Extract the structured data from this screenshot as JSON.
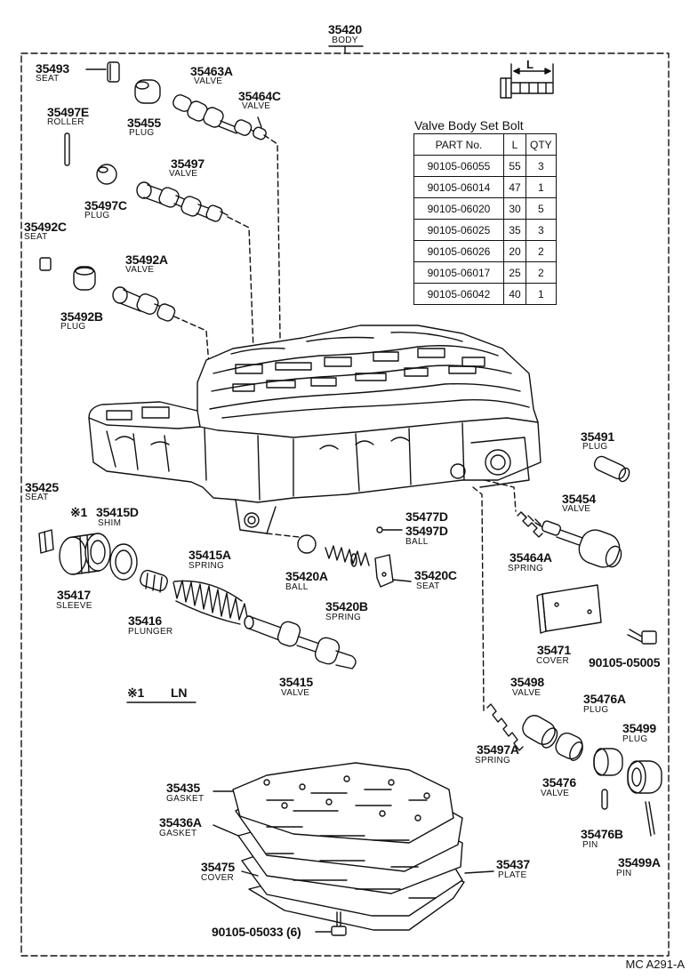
{
  "body": {
    "part": "35420",
    "name": "BODY"
  },
  "parts": {
    "p35493": {
      "part": "35493",
      "name": "SEAT"
    },
    "p35463A": {
      "part": "35463A",
      "name": "VALVE"
    },
    "p35464C": {
      "part": "35464C",
      "name": "VALVE"
    },
    "p35455": {
      "part": "35455",
      "name": "PLUG"
    },
    "p35497E": {
      "part": "35497E",
      "name": "ROLLER"
    },
    "p35497": {
      "part": "35497",
      "name": "VALVE"
    },
    "p35497C": {
      "part": "35497C",
      "name": "PLUG"
    },
    "p35492C": {
      "part": "35492C",
      "name": "SEAT"
    },
    "p35492A": {
      "part": "35492A",
      "name": "VALVE"
    },
    "p35492B": {
      "part": "35492B",
      "name": "PLUG"
    },
    "p35491": {
      "part": "35491",
      "name": "PLUG"
    },
    "p35454": {
      "part": "35454",
      "name": "VALVE"
    },
    "p35425": {
      "part": "35425",
      "name": "SEAT"
    },
    "p35415D": {
      "part": "35415D",
      "name": "SHIM",
      "mark": "※1"
    },
    "p35417": {
      "part": "35417",
      "name": "SLEEVE"
    },
    "p35416": {
      "part": "35416",
      "name": "PLUNGER"
    },
    "p35415A": {
      "part": "35415A",
      "name": "SPRING"
    },
    "p35415": {
      "part": "35415",
      "name": "VALVE"
    },
    "p35420A": {
      "part": "35420A",
      "name": "BALL"
    },
    "p35420B": {
      "part": "35420B",
      "name": "SPRING"
    },
    "p35477D": {
      "part": "35477D"
    },
    "p35497D": {
      "part": "35497D",
      "name": "BALL"
    },
    "p35420C": {
      "part": "35420C",
      "name": "SEAT"
    },
    "p35464A": {
      "part": "35464A",
      "name": "SPRING"
    },
    "p35471": {
      "part": "35471",
      "name": "COVER"
    },
    "p90105_05005": {
      "part": "90105-05005"
    },
    "p35498": {
      "part": "35498",
      "name": "VALVE"
    },
    "p35497A": {
      "part": "35497A",
      "name": "SPRING"
    },
    "p35476": {
      "part": "35476",
      "name": "VALVE"
    },
    "p35476A": {
      "part": "35476A",
      "name": "PLUG"
    },
    "p35499": {
      "part": "35499",
      "name": "PLUG"
    },
    "p35476B": {
      "part": "35476B",
      "name": "PIN"
    },
    "p35499A": {
      "part": "35499A",
      "name": "PIN"
    },
    "p35435": {
      "part": "35435",
      "name": "GASKET"
    },
    "p35436A": {
      "part": "35436A",
      "name": "GASKET"
    },
    "p35475": {
      "part": "35475",
      "name": "COVER"
    },
    "p35437": {
      "part": "35437",
      "name": "PLATE"
    },
    "p90105_05033": {
      "part": "90105-05033 (6)"
    }
  },
  "note": {
    "mark": "※1",
    "text": "LN"
  },
  "bolt_dimension_label": "L",
  "bolt_table": {
    "caption": "Valve Body Set Bolt",
    "headers": [
      "PART No.",
      "L",
      "QTY"
    ],
    "rows": [
      [
        "90105-06055",
        "55",
        "3"
      ],
      [
        "90105-06014",
        "47",
        "1"
      ],
      [
        "90105-06020",
        "30",
        "5"
      ],
      [
        "90105-06025",
        "35",
        "3"
      ],
      [
        "90105-06026",
        "20",
        "2"
      ],
      [
        "90105-06017",
        "25",
        "2"
      ],
      [
        "90105-06042",
        "40",
        "1"
      ]
    ]
  },
  "footer_code": "MC A291-A"
}
